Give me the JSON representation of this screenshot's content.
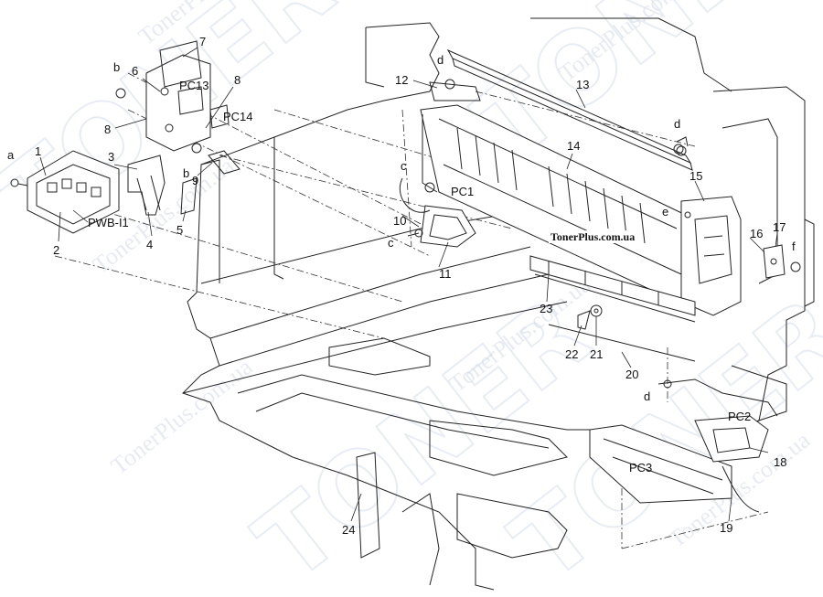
{
  "brand_label": "TonerPlus.com.ua",
  "watermark": {
    "big": "TONER",
    "small": "TonerPlus.com.ua"
  },
  "callouts": {
    "n1": "1",
    "n2": "2",
    "n3": "3",
    "n4": "4",
    "n5": "5",
    "n6": "6",
    "n7": "7",
    "n8a": "8",
    "n8b": "8",
    "n9": "9",
    "n10": "10",
    "n11": "11",
    "n12": "12",
    "n13": "13",
    "n14": "14",
    "n15": "15",
    "n16": "16",
    "n17": "17",
    "n18": "18",
    "n19": "19",
    "n20": "20",
    "n21": "21",
    "n22": "22",
    "n23": "23",
    "n24": "24",
    "a": "a",
    "b1": "b",
    "b2": "b",
    "c1": "c",
    "c2": "c",
    "d1": "d",
    "d2": "d",
    "d3": "d",
    "e": "e",
    "f": "f",
    "pc1": "PC1",
    "pc2": "PC2",
    "pc3": "PC3",
    "pc13": "PC13",
    "pc14": "PC14",
    "pwb": "PWB-I1"
  }
}
